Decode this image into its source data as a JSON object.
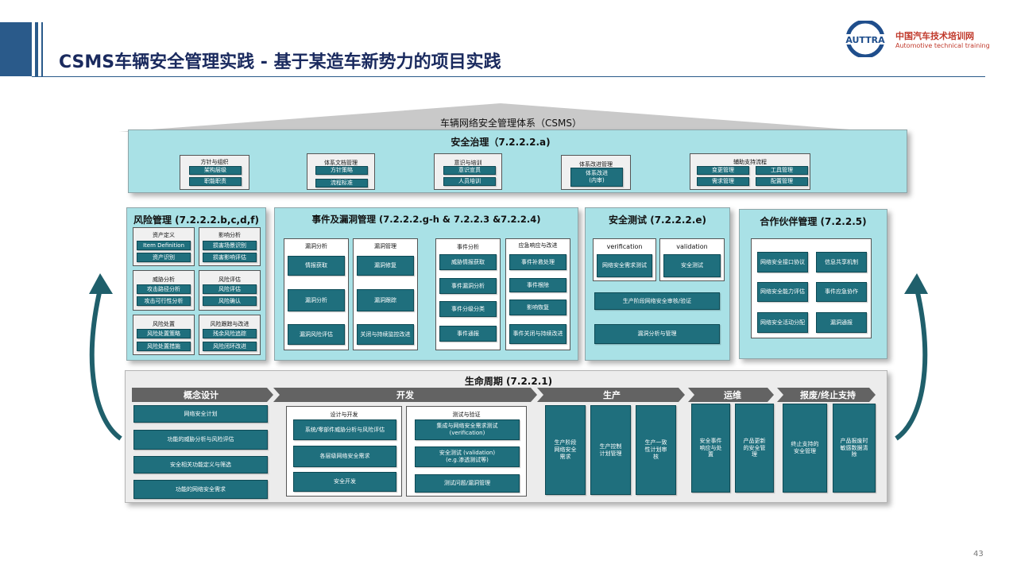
{
  "header": {
    "title": "CSMS车辆安全管理实践 - 基于某造车新势力的项目实践",
    "logo_text": "AUTTRA",
    "org_cn": "中国汽车技术培训网",
    "org_en": "Automotive technical training",
    "page_number": "43"
  },
  "csms": {
    "title": "车辆网络安全管理体系（CSMS）"
  },
  "governance": {
    "title": "安全治理（7.2.2.2.a)",
    "g1": {
      "label": "方针与组织",
      "items": [
        "架构层级",
        "职能职责"
      ]
    },
    "g2": {
      "label": "体系文档管理",
      "items": [
        "方针策略",
        "流程标准"
      ]
    },
    "g3": {
      "label": "意识与培训",
      "items": [
        "意识宣贯",
        "人员培训"
      ]
    },
    "g4": {
      "label": "体系改进管理",
      "item": "体系改进\n(内审)"
    },
    "g5": {
      "label": "辅助支持流程",
      "items": [
        "变更管理",
        "工具管理",
        "需求管理",
        "配置管理"
      ]
    }
  },
  "risk": {
    "title": "风险管理 (7.2.2.2.b,c,d,f)",
    "boxes": [
      {
        "label": "资产定义",
        "items": [
          "Item Definition",
          "资产识别"
        ]
      },
      {
        "label": "影响分析",
        "items": [
          "损害场景识别",
          "损害影响评估"
        ]
      },
      {
        "label": "威胁分析",
        "items": [
          "攻击路径分析",
          "攻击可行性分析"
        ]
      },
      {
        "label": "风险评估",
        "items": [
          "风险评估",
          "风险确认"
        ]
      },
      {
        "label": "风险处置",
        "items": [
          "风险处置策略",
          "风险处置措施"
        ]
      },
      {
        "label": "风险跟踪与改进",
        "items": [
          "残余风险追踪",
          "风险闭环改进"
        ]
      }
    ]
  },
  "incident": {
    "title": "事件及漏洞管理 (7.2.2.2.g-h & 7.2.2.3 &7.2.2.4)",
    "vuln": {
      "label": "漏洞分析",
      "items": [
        "情报获取",
        "漏洞分析",
        "漏洞风险评估"
      ]
    },
    "vmgmt": {
      "label": "漏洞管理",
      "items": [
        "漏洞修复",
        "漏洞跟踪",
        "关闭与持续监控改进"
      ]
    },
    "event": {
      "label": "事件分析",
      "items": [
        "威胁情报获取",
        "事件漏洞分析",
        "事件分级分类",
        "事件通报"
      ]
    },
    "resp": {
      "label": "应急响应与改进",
      "items": [
        "事件补救处理",
        "事件根除",
        "影响恢复",
        "事件关闭与持续改进"
      ]
    }
  },
  "testing": {
    "title": "安全测试 (7.2.2.2.e)",
    "verification": {
      "label": "verification",
      "item": "网络安全需求测试"
    },
    "validation": {
      "label": "validation",
      "item": "安全测试"
    },
    "items": [
      "生产阶段网络安全审核/验证",
      "漏洞分析与管理"
    ]
  },
  "partner": {
    "title": "合作伙伴管理 (7.2.2.5)",
    "items": [
      "网络安全接口协议",
      "信息共享机制",
      "网络安全能力评估",
      "事件应急协作",
      "网络安全活动分配",
      "漏洞通报"
    ]
  },
  "lifecycle": {
    "title": "生命周期  (7.2.2.1)",
    "phases": [
      "概念设计",
      "开发",
      "生产",
      "运维",
      "报废/终止支持"
    ],
    "concept": [
      "网络安全计划",
      "功能的威胁分析与风险评估",
      "安全相关功能定义与筛选",
      "功能的网络安全需求"
    ],
    "dev_design": {
      "label": "设计与开发",
      "items": [
        "系统/零部件威胁分析与风险评估",
        "各层级网络安全需求",
        "安全开发"
      ]
    },
    "dev_test": {
      "label": "测试与验证",
      "items": [
        "集成与网络安全需求测试\n(verification)",
        "安全测试 (validation)\n(e.g.渗透测试等)",
        "测试问题/漏洞管理"
      ]
    },
    "production": [
      "生产阶段网络安全需求",
      "生产控制计划管理",
      "生产一致性计划审核"
    ],
    "ops": [
      "安全事件响应与处置",
      "产品更新的安全管理"
    ],
    "eol": [
      "终止支持的安全管理",
      "产品报废时敏感数据清除"
    ]
  },
  "colors": {
    "accent": "#1f6f7d",
    "panel": "#a9e1e6",
    "navy": "#1a2a5e"
  }
}
